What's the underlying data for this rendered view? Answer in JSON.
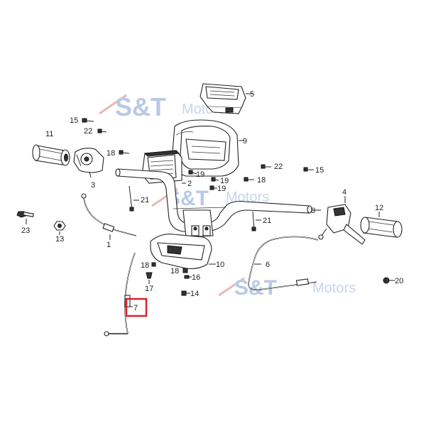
{
  "watermark": {
    "brand": "S&T",
    "suffix": "Motors",
    "color": "#b9c9e6"
  },
  "highlight": {
    "label": "7",
    "color": "#d9232d"
  },
  "callouts": [
    "1",
    "2",
    "3",
    "4",
    "5",
    "6",
    "7",
    "8",
    "9",
    "10",
    "11",
    "12",
    "13",
    "14",
    "15",
    "15",
    "16",
    "17",
    "18",
    "18",
    "18",
    "18",
    "19",
    "19",
    "19",
    "20",
    "21",
    "21",
    "22",
    "22",
    "23"
  ]
}
